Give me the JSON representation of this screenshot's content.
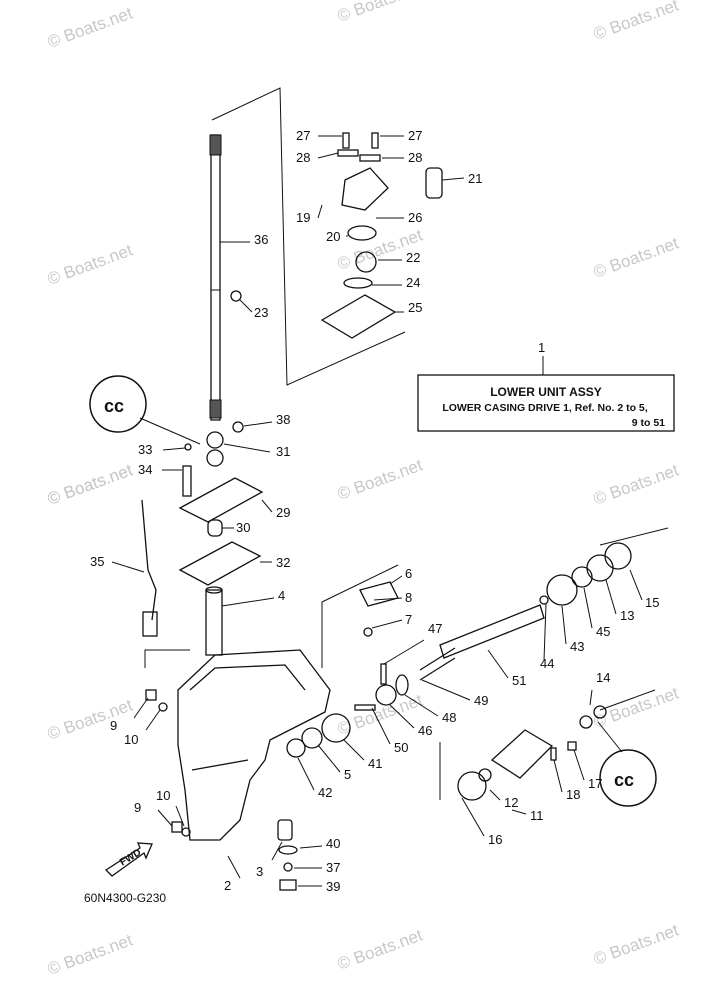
{
  "watermarks": [
    "© Boats.net",
    "© Boats.net",
    "© Boats.net",
    "© Boats.net",
    "© Boats.net",
    "© Boats.net",
    "© Boats.net",
    "© Boats.net",
    "© Boats.net",
    "© Boats.net",
    "© Boats.net",
    "© Boats.net",
    "© Boats.net",
    "© Boats.net",
    "© Boats.net",
    "© Boats.net"
  ],
  "title_box": {
    "number": "1",
    "line1": "LOWER UNIT ASSY",
    "line2": "LOWER CASING DRIVE 1,  Ref. No. 2 to 5,",
    "line3": "9 to 51"
  },
  "diagram_code": "60N4300-G230",
  "fwd_label": "FWD",
  "callouts": [
    "27",
    "27",
    "28",
    "28",
    "21",
    "19",
    "26",
    "20",
    "22",
    "24",
    "25",
    "36",
    "23",
    "38",
    "31",
    "33",
    "34",
    "29",
    "30",
    "32",
    "35",
    "4",
    "6",
    "8",
    "7",
    "47",
    "15",
    "13",
    "45",
    "43",
    "44",
    "51",
    "49",
    "48",
    "46",
    "14",
    "17",
    "18",
    "9",
    "10",
    "41",
    "50",
    "5",
    "42",
    "40",
    "37",
    "39",
    "3",
    "2",
    "12",
    "11",
    "16",
    "9",
    "10"
  ]
}
